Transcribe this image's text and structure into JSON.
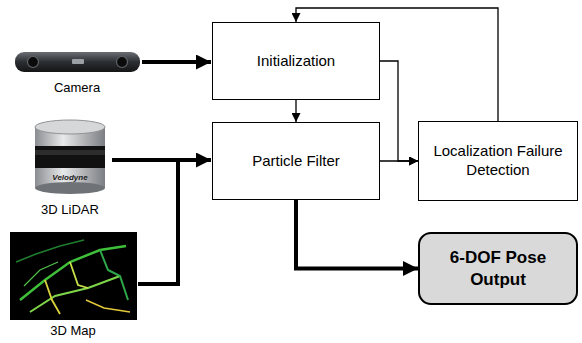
{
  "diagram": {
    "nodes": [
      {
        "text": [
          "Initialization"
        ]
      },
      {
        "text": [
          "Particle Filter"
        ]
      },
      {
        "text": [
          "Localization Failure Detection"
        ]
      },
      {
        "text": [
          "6-DOF Pose Output"
        ]
      }
    ],
    "edges": [
      {
        "from": 0,
        "to": 1,
        "arrow": "to"
      },
      {
        "from": 0,
        "to": 2,
        "arrow": "to"
      },
      {
        "from": 1,
        "to": 2,
        "arrow": "to"
      },
      {
        "from": 2,
        "to": 0,
        "arrow": "to"
      },
      {
        "from": 1,
        "to": 3,
        "arrow": "to"
      }
    ],
    "labels": [
      "Camera",
      "Velodyne",
      "3D LiDAR",
      "3D Map"
    ]
  }
}
